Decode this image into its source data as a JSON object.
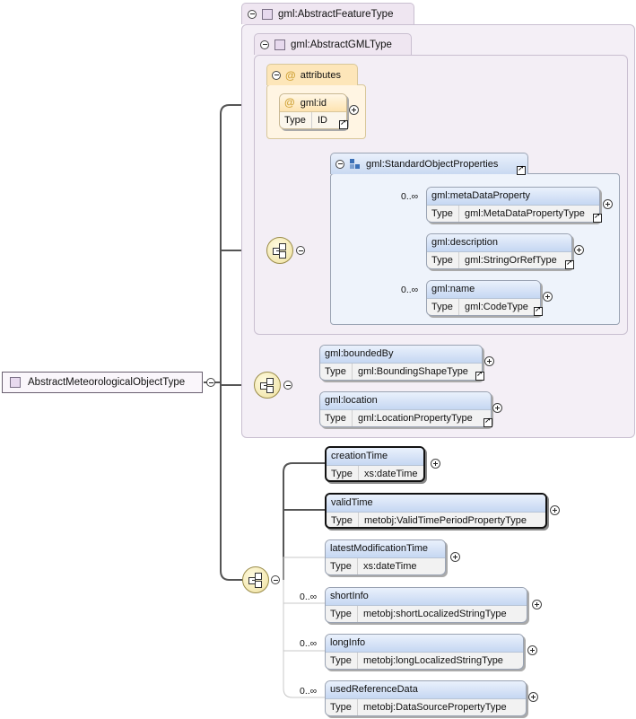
{
  "root": {
    "name": "AbstractMeteorologicalObjectType"
  },
  "feature_group": {
    "label": "gml:AbstractFeatureType"
  },
  "gml_group": {
    "label": "gml:AbstractGMLType"
  },
  "attributes": {
    "label": "attributes",
    "id": {
      "name": "gml:id",
      "type_key": "Type",
      "type_value": "ID"
    }
  },
  "sop": {
    "label": "gml:StandardObjectProperties"
  },
  "sop_elements": [
    {
      "name": "gml:metaDataProperty",
      "type_key": "Type",
      "type_value": "gml:MetaDataPropertyType",
      "cardinality": "0..∞"
    },
    {
      "name": "gml:description",
      "type_key": "Type",
      "type_value": "gml:StringOrRefType",
      "cardinality": ""
    },
    {
      "name": "gml:name",
      "type_key": "Type",
      "type_value": "gml:CodeType",
      "cardinality": "0..∞"
    }
  ],
  "feature_elements": [
    {
      "name": "gml:boundedBy",
      "type_key": "Type",
      "type_value": "gml:BoundingShapeType"
    },
    {
      "name": "gml:location",
      "type_key": "Type",
      "type_value": "gml:LocationPropertyType"
    }
  ],
  "own_elements": [
    {
      "name": "creationTime",
      "type_key": "Type",
      "type_value": "xs:dateTime",
      "cardinality": ""
    },
    {
      "name": "validTime",
      "type_key": "Type",
      "type_value": "metobj:ValidTimePeriodPropertyType",
      "cardinality": ""
    },
    {
      "name": "latestModificationTime",
      "type_key": "Type",
      "type_value": "xs:dateTime",
      "cardinality": ""
    },
    {
      "name": "shortInfo",
      "type_key": "Type",
      "type_value": "metobj:shortLocalizedStringType",
      "cardinality": "0..∞"
    },
    {
      "name": "longInfo",
      "type_key": "Type",
      "type_value": "metobj:longLocalizedStringType",
      "cardinality": "0..∞"
    },
    {
      "name": "usedReferenceData",
      "type_key": "Type",
      "type_value": "metobj:DataSourcePropertyType",
      "cardinality": "0..∞"
    }
  ]
}
